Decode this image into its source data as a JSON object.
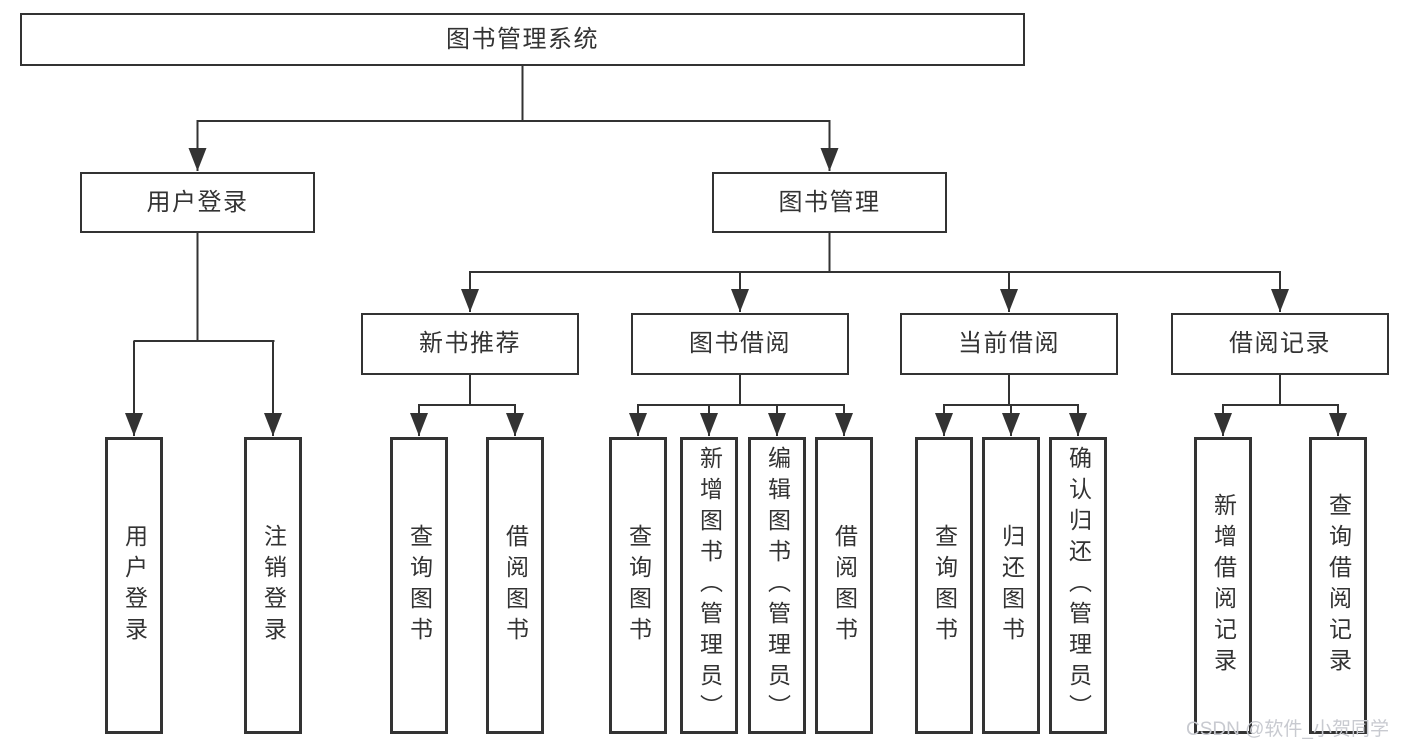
{
  "diagram": {
    "root": {
      "label": "图书管理系统"
    },
    "level2": [
      {
        "label": "用户登录"
      },
      {
        "label": "图书管理"
      }
    ],
    "level3": [
      {
        "label": "新书推荐"
      },
      {
        "label": "图书借阅"
      },
      {
        "label": "当前借阅"
      },
      {
        "label": "借阅记录"
      }
    ],
    "leaves": {
      "login": [
        "用户登录",
        "注销登录"
      ],
      "recommend": [
        "查询图书",
        "借阅图书"
      ],
      "borrow": [
        "查询图书",
        "新增图书（管理员）",
        "编辑图书（管理员）",
        "借阅图书"
      ],
      "current": [
        "查询图书",
        "归还图书",
        "确认归还（管理员）"
      ],
      "records": [
        "新增借阅记录",
        "查询借阅记录"
      ]
    }
  },
  "watermark": {
    "text": "CSDN @软件_小贺同学"
  },
  "colors": {
    "line": "#333333",
    "box_border": "#333333",
    "text": "#333333",
    "background": "#ffffff",
    "watermark": "#c8cad0"
  }
}
